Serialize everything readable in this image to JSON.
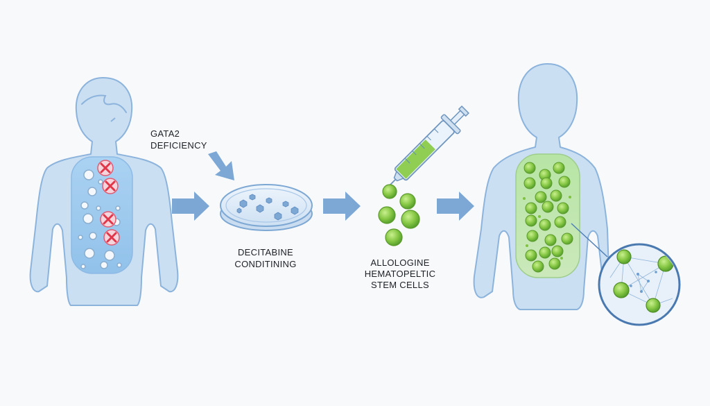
{
  "steps": {
    "deficiency": {
      "line1": "GATA2",
      "line2": "DEFICIENCY"
    },
    "conditioning": {
      "line1": "DECITABINE",
      "line2": "CONDITINING"
    },
    "transplant": {
      "line1": "ALLOLOGINE",
      "line2": "HEMATOPELTIC",
      "line3": "STEM CELLS"
    }
  },
  "colors": {
    "body_fill": "#c9ddf1",
    "body_stroke": "#8eb4dc",
    "arrow": "#6f9fd0",
    "marrow_blue": "#9ec7ec",
    "marrow_green": "#b9e3a6",
    "green_cell": "#7fc241",
    "red_mark": "#e0364a"
  },
  "icons": {
    "patient_before": "child-silhouette-icon",
    "patient_after": "child-silhouette-icon",
    "dish": "petri-dish-icon",
    "syringe": "syringe-icon",
    "defect": "x-mark-icon",
    "zoom": "magnifier-inset-icon"
  }
}
